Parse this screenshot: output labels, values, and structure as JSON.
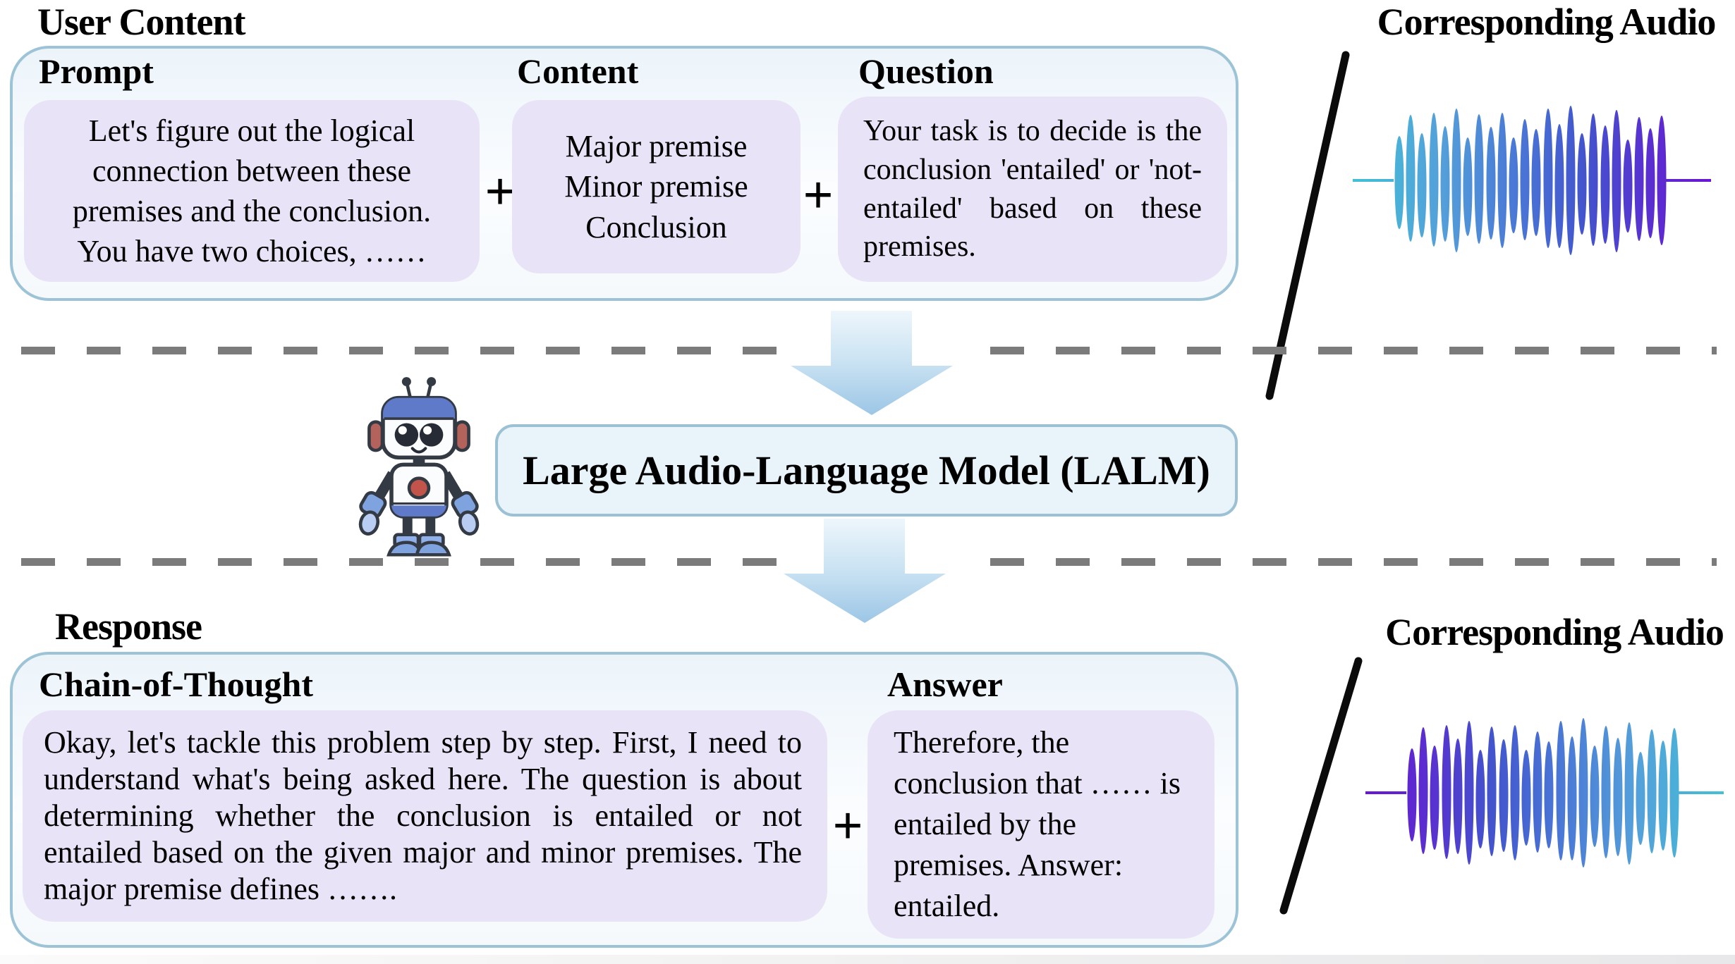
{
  "user_content": {
    "title": "User Content",
    "prompt_label": "Prompt",
    "prompt_text": "Let's figure out the logical connection between these premises and the conclusion. You have two choices, ……",
    "content_label": "Content",
    "content_text": "Major premise\nMinor premise\nConclusion",
    "question_label": "Question",
    "question_text": "Your task is to decide is the conclusion 'entailed' or 'not-entailed' based on these premises.",
    "plus": "+"
  },
  "audio_top": {
    "title": "Corresponding Audio",
    "waveform_icon": "audio-waveform-cyan-to-purple",
    "slash_icon": "diagonal-slash"
  },
  "model": {
    "label": "Large Audio-Language Model (LALM)",
    "robot_icon": "robot-mascot"
  },
  "response": {
    "title": "Response",
    "cot_label": "Chain-of-Thought",
    "cot_text": "Okay, let's tackle this problem step by step. First, I need to understand what's being asked here. The question is about determining whether the conclusion is entailed or not entailed based on the given major and minor premises. The major premise defines …….",
    "answer_label": "Answer",
    "answer_text": "Therefore, the conclusion that …… is entailed by the premises. Answer: entailed.",
    "plus": "+"
  },
  "audio_bottom": {
    "title": "Corresponding Audio",
    "waveform_icon": "audio-waveform-purple-to-cyan",
    "slash_icon": "diagonal-slash"
  },
  "colors": {
    "panel_border": "#9dc3d6",
    "panel_fill": "#f2f8fc",
    "purple_fill": "#e9e3f8",
    "model_fill": "#e9f3fa",
    "arrow_light": "#eaf5fc",
    "arrow_dark": "#9cc6e6",
    "dash_gray": "#7b7b7b",
    "wave_cyan": "#3fc3d5",
    "wave_blue": "#4a79d6",
    "wave_purple": "#6c13d4"
  }
}
